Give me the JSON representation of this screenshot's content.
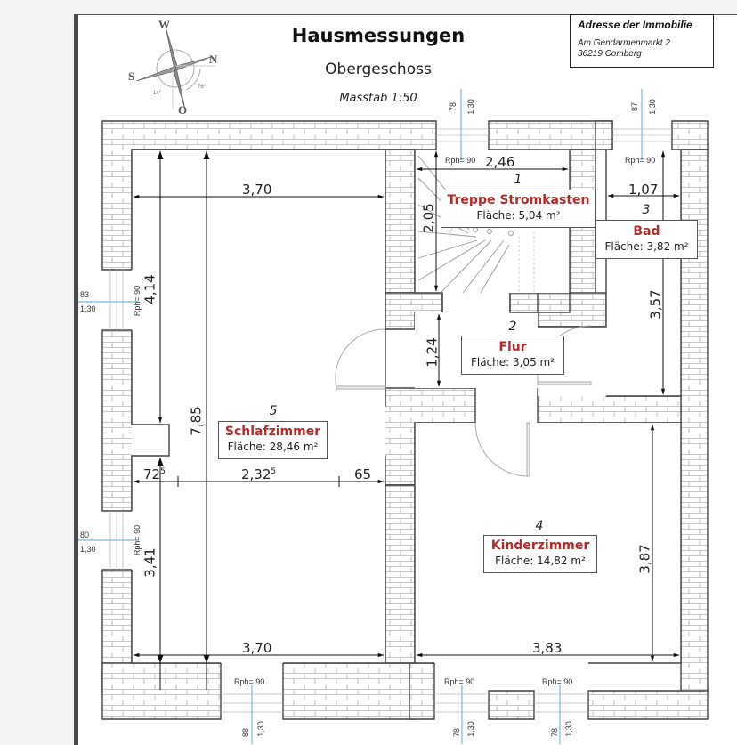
{
  "header": {
    "title": "Hausmessungen",
    "subtitle": "Obergeschoss",
    "scale": "Masstab 1:50"
  },
  "address": {
    "heading": "Adresse der Immobilie",
    "street": "Am Gendarmenmarkt 2",
    "city": "36219 Comberg"
  },
  "compass": {
    "north": "N",
    "south": "S",
    "west": "W",
    "east": "O",
    "angle_a": "14°",
    "angle_b": "76°"
  },
  "rooms": [
    {
      "number": "1",
      "name": "Treppe Stromkasten",
      "area": "Fläche: 5,04 m²"
    },
    {
      "number": "2",
      "name": "Flur",
      "area": "Fläche: 3,05 m²"
    },
    {
      "number": "3",
      "name": "Bad",
      "area": "Fläche: 3,82 m²"
    },
    {
      "number": "4",
      "name": "Kinderzimmer",
      "area": "Fläche: 14,82 m²"
    },
    {
      "number": "5",
      "name": "Schlafzimmer",
      "area": "Fläche: 28,46 m²"
    }
  ],
  "dimensions": {
    "schlaf_top_width": "3,70",
    "schlaf_bottom_width": "3,70",
    "schlaf_upper_height": "4,14",
    "schlaf_total_height": "7,85",
    "schlaf_lower_height": "3,41",
    "schlaf_seg1": "72",
    "schlaf_seg1_sup": "5",
    "schlaf_seg2": "2,32",
    "schlaf_seg2_sup": "5",
    "schlaf_seg3": "65",
    "treppe_width": "2,46",
    "treppe_height": "2,05",
    "bad_width": "1,07",
    "bad_height": "3,57",
    "flur_height": "1,24",
    "kinder_width": "3,83",
    "kinder_height": "3,87"
  },
  "windows": [
    {
      "id": "top-treppe",
      "width": "78",
      "height": "1,30",
      "rph": "Rph= 90"
    },
    {
      "id": "top-bad",
      "width": "87",
      "height": "1,30",
      "rph": "Rph= 90"
    },
    {
      "id": "left-upper",
      "width": "83",
      "height": "1,30",
      "rph": "Rph= 90"
    },
    {
      "id": "left-lower",
      "width": "80",
      "height": "1,30",
      "rph": "Rph= 90"
    },
    {
      "id": "bottom-schlaf",
      "width": "88",
      "height": "1,30",
      "rph": "Rph= 90"
    },
    {
      "id": "bottom-kinder-1",
      "width": "78",
      "height": "1,30",
      "rph": "Rph= 90"
    },
    {
      "id": "bottom-kinder-2",
      "width": "78",
      "height": "1,30",
      "rph": "Rph= 90"
    }
  ],
  "colors": {
    "room_name": "#b22c2c",
    "window_line": "#7fb6d8",
    "wall_line": "#444444"
  }
}
